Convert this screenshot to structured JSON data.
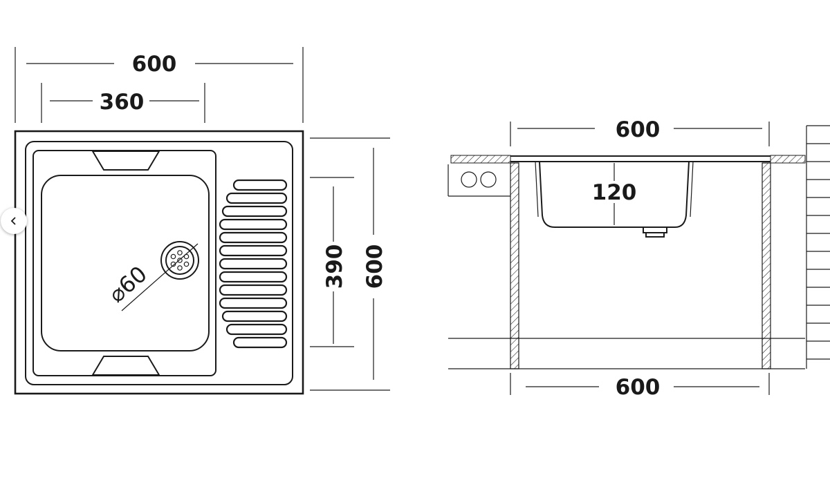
{
  "dimensions": {
    "top_view": {
      "overall_width": "600",
      "bowl_width": "360",
      "bowl_depth": "390",
      "overall_depth": "600",
      "drain_diameter": "⌀60"
    },
    "side_view": {
      "top_width": "600",
      "bowl_height": "120",
      "cabinet_width": "600"
    }
  },
  "controls": {
    "prev_icon": "chevron-left-icon"
  },
  "colors": {
    "line": "#1a1a1a",
    "background": "#ffffff"
  }
}
